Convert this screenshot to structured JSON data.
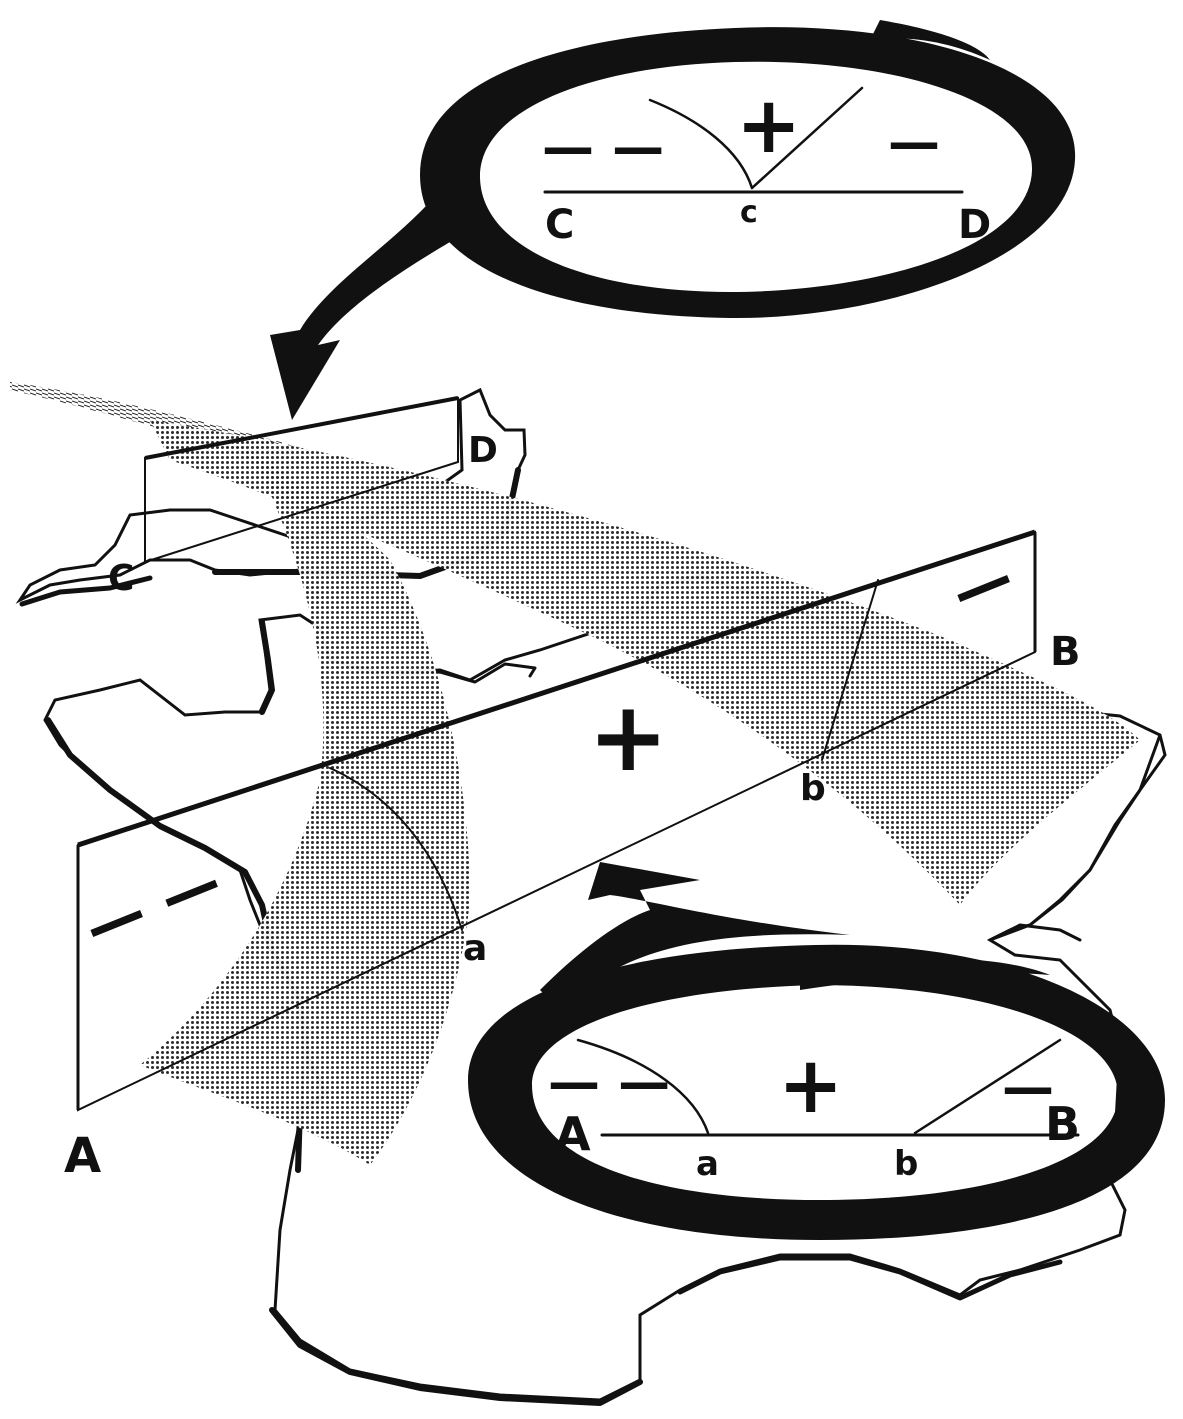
{
  "colors": {
    "ink": "#111111",
    "paper": "#ffffff",
    "band_shade": "#8c8c8c"
  },
  "icons": {
    "upper_magnifier": "magnifier-loop-icon",
    "lower_magnifier": "magnifier-loop-icon"
  },
  "upper_inset": {
    "left_end": "C",
    "point": "c",
    "right_end": "D",
    "sign_left": "— —",
    "sign_middle": "+",
    "sign_right": "—"
  },
  "lower_inset": {
    "left_end": "A",
    "point_one": "a",
    "point_two": "b",
    "right_end": "B",
    "sign_left": "— —",
    "sign_middle": "+",
    "sign_right": "—"
  },
  "main_view": {
    "section_cd": {
      "left_end": "C",
      "right_end": "D"
    },
    "section_ab": {
      "left_end": "A",
      "point_one": "a",
      "point_two": "b",
      "right_end": "B",
      "sign_left": "— —",
      "sign_middle": "+",
      "sign_right": "—"
    }
  }
}
